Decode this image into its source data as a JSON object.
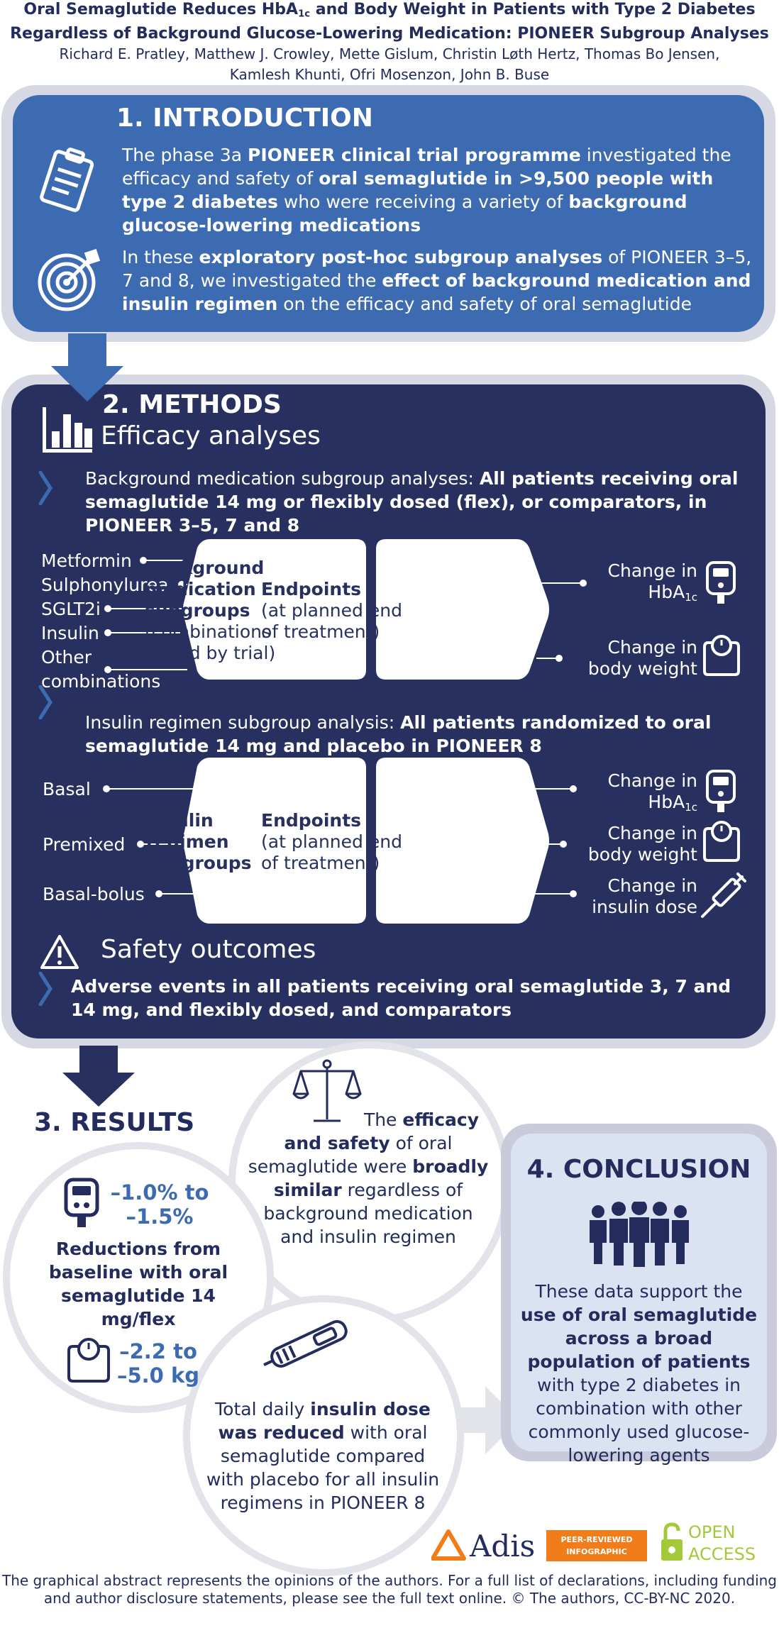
{
  "header": {
    "title_line1_pre": "Oral Semaglutide Reduces HbA",
    "title_line1_sub": "1c",
    "title_line1_post": " and Body Weight in Patients with Type 2 Diabetes",
    "title_line2": "Regardless of Background Glucose-Lowering Medication: PIONEER Subgroup Analyses",
    "authors_line1": "Richard E. Pratley, Matthew J. Crowley, Mette Gislum, Christin Løth Hertz, Thomas Bo Jensen,",
    "authors_line2": "Kamlesh Khunti, Ofri Mosenzon, John B. Buse"
  },
  "intro": {
    "title": "1. INTRODUCTION",
    "p1": {
      "t1": "The phase 3a ",
      "b1": "PIONEER clinical trial programme",
      "t2": " investigated the efficacy and safety of ",
      "b2": "oral semaglutide in >9,500 people with type 2 diabetes",
      "t3": " who were receiving a variety of ",
      "b3": "background glucose-lowering medications"
    },
    "p2": {
      "t1": "In these ",
      "b1": "exploratory post-hoc subgroup analyses",
      "t2": " of PIONEER 3–5, 7 and 8, we investigated the ",
      "b2": "effect of background medication and insulin regimen",
      "t3": " on the efficacy and safety of oral semaglutide"
    },
    "icons": [
      "clipboard-icon",
      "target-icon"
    ]
  },
  "methods": {
    "title": "2. METHODS",
    "efficacy_heading": "Efficacy analyses",
    "bg_para": {
      "t1": "Background medication subgroup analyses: ",
      "b1": "All patients receiving oral semaglutide 14 mg or flexibly dosed (flex), or comparators, in PIONEER 3–5, 7 and 8"
    },
    "bg_items": [
      "Metformin",
      "Sulphonylurea",
      "SGLT2i",
      "Insulin",
      "Other",
      "combinations"
    ],
    "bg_hex": {
      "b1": "Background",
      "b2": "medication",
      "b3": "subgroups",
      "t1": "(combinations",
      "t2": "varied by trial)"
    },
    "endpoints_title": "Endpoints",
    "endpoints_sub1": "(at planned end",
    "endpoints_sub2": "of treatment)",
    "change_in": "Change in",
    "hba1c_pre": "HbA",
    "hba1c_sub": "1c",
    "body_weight": "body weight",
    "insulin_para": {
      "t1": "Insulin regimen subgroup analysis: ",
      "b1": "All patients randomized to oral semaglutide 14 mg and placebo in PIONEER 8"
    },
    "insulin_items": [
      "Basal",
      "Premixed",
      "Basal-bolus"
    ],
    "insulin_hex": [
      "Insulin",
      "regimen",
      "subgroups"
    ],
    "insulin_dose": "insulin dose",
    "safety_heading": "Safety outcomes",
    "safety_para": "Adverse events in all patients receiving oral semaglutide 3, 7 and 14 mg, and flexibly dosed, and comparators"
  },
  "results": {
    "title": "3. RESULTS",
    "hba1c_value_1": "–1.0% to",
    "hba1c_value_2": "–1.5%",
    "reduction_text": "Reductions from baseline with oral semaglutide 14 mg/flex",
    "weight_value_1": "–2.2 to",
    "weight_value_2": "–5.0 kg",
    "efficacy": {
      "t1": "The ",
      "b1": "efficacy and safety",
      "t2": " of oral semaglutide were ",
      "b2": "broadly similar",
      "t3": " regardless of background medication and insulin regimen"
    },
    "insulin": {
      "t1": "Total daily ",
      "b1": "insulin dose was reduced",
      "t2": " with oral semaglutide compared with placebo for all insulin regimens in PIONEER 8"
    }
  },
  "conclusion": {
    "title": "4. CONCLUSION",
    "t1": "These data support the ",
    "b1": "use of oral semaglutide across a broad population of patients",
    "t2": " with type 2 diabetes in combination with other commonly used glucose-lowering agents"
  },
  "footer": {
    "adis": "Adis",
    "peer1": "PEER-REVIEWED",
    "peer2": "INFOGRAPHIC",
    "open": "OPEN",
    "access": "ACCESS",
    "note": "The graphical abstract represents the opinions of the authors. For a full list of declarations, including funding and author disclosure statements, please see the full text online. © The authors, CC-BY-NC 2020."
  },
  "colors": {
    "navy": "#27305e",
    "blue": "#3d6bb2",
    "light": "#dbe2f1",
    "orange": "#f07d19",
    "green": "#a3c93a"
  }
}
